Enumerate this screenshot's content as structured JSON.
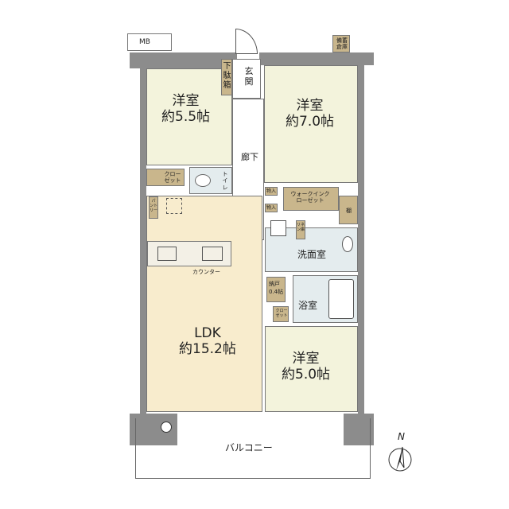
{
  "rooms": {
    "western_1": {
      "name": "洋室",
      "size": "約5.5帖"
    },
    "western_2": {
      "name": "洋室",
      "size": "約7.0帖"
    },
    "western_3": {
      "name": "洋室",
      "size": "約5.0帖"
    },
    "ldk": {
      "name": "LDK",
      "size": "約15.2帖"
    },
    "entrance": "玄関",
    "shoe_box": "下駄箱",
    "corridor": "廊下",
    "closet_1": "クローゼット",
    "closet_2": "クローゼット",
    "toilet": "トイレ",
    "pantry": "パントリー",
    "counter": "カウンター",
    "storage_1": "物入",
    "storage_2": "物入",
    "walk_in_closet": "ウォークインクローゼット",
    "shelf": "棚",
    "linen": "リネン庫",
    "washroom": "洗面室",
    "bathroom": "浴室",
    "storeroom": {
      "name": "納戸",
      "size": "0.4帖"
    },
    "stockpile": "備蓄倉庫",
    "balcony": "バルコニー",
    "mb": "MB"
  },
  "compass": {
    "label": "N",
    "icon": "north-arrow-icon"
  },
  "colors": {
    "room": "#f3f3dc",
    "ldk": "#f8eccd",
    "wet": "#e4ecee",
    "storage": "#c9b68c",
    "wall": "#8c8c8c"
  }
}
